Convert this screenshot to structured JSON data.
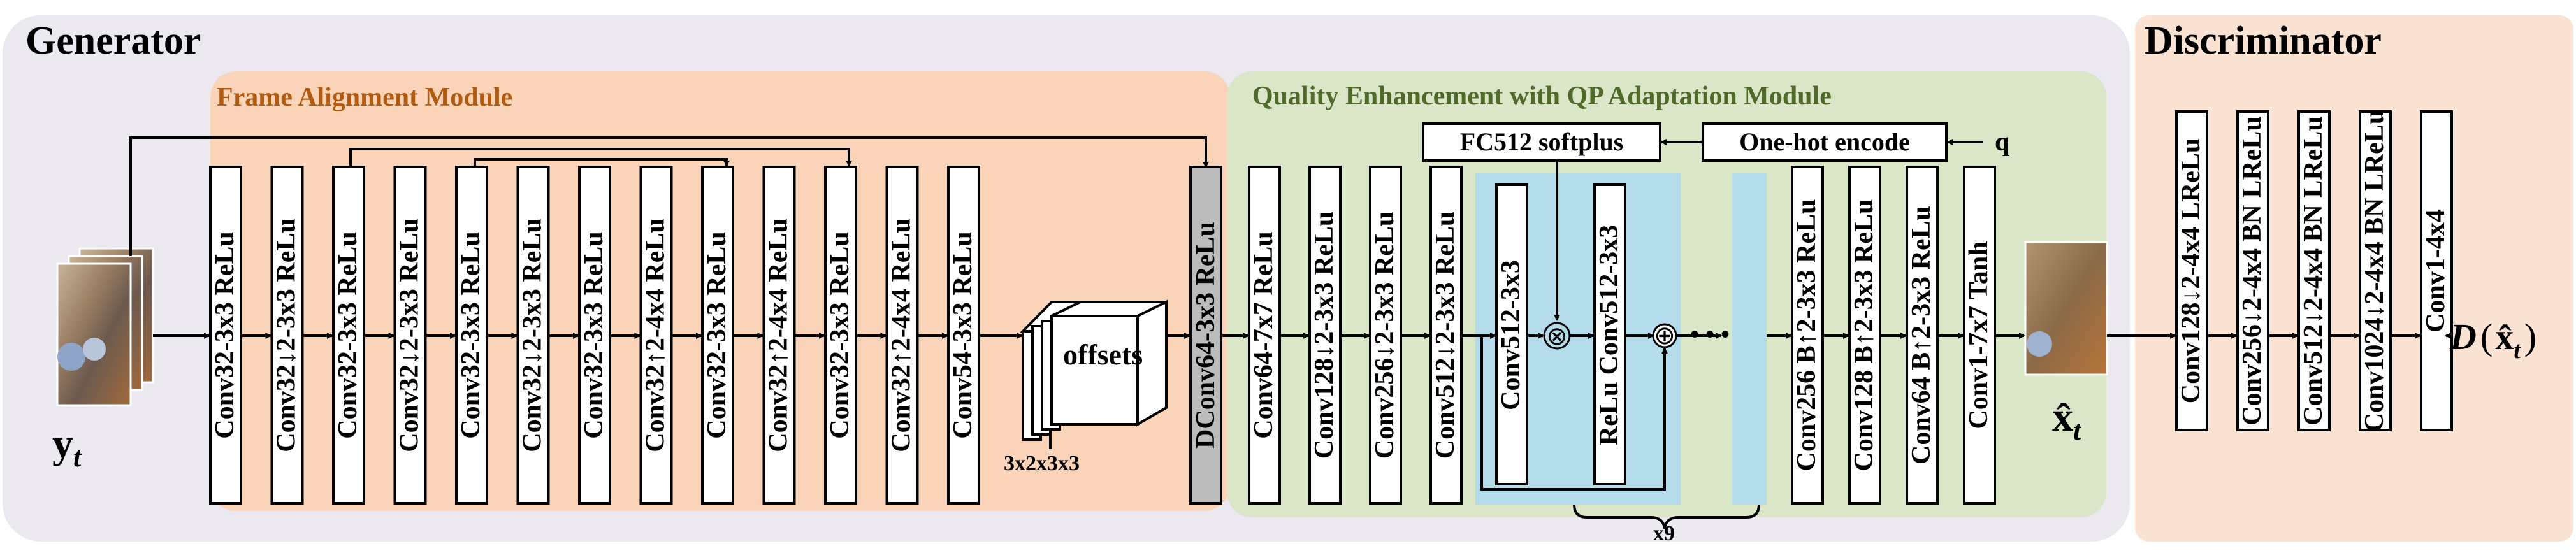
{
  "generator": {
    "title": "Generator",
    "input_label": "y",
    "input_sub": "t",
    "output_label": "x̂",
    "output_sub": "t"
  },
  "frame_alignment": {
    "title": "Frame Alignment Module",
    "blocks": [
      "Conv32-3x3 ReLu",
      "Conv32↓2-3x3 ReLu",
      "Conv32-3x3 ReLu",
      "Conv32↓2-3x3 ReLu",
      "Conv32-3x3 ReLu",
      "Conv32↓2-3x3 ReLu",
      "Conv32-3x3 ReLu",
      "Conv32↑2-4x4 ReLu",
      "Conv32-3x3 ReLu",
      "Conv32↑2-4x4 ReLu",
      "Conv32-3x3 ReLu",
      "Conv32↑2-4x4 ReLu",
      "Conv54-3x3 ReLu"
    ],
    "offsets_label": "offsets",
    "offsets_dims": "3x2x3x3",
    "dconv_label": "DConv64-3x3 ReLu"
  },
  "quality_enhancement": {
    "title": "Quality Enhancement with QP Adaptation Module",
    "fc_label": "FC512 softplus",
    "onehot_label": "One-hot encode",
    "q_label": "q",
    "pre_blocks": [
      "Conv64-7x7 ReLu",
      "Conv128↓2-3x3 ReLu",
      "Conv256↓2-3x3 ReLu",
      "Conv512↓2-3x3 ReLu"
    ],
    "res_conv1": "Conv512-3x3",
    "res_conv2": "ReLu Conv512-3x3",
    "multiply_symbol": "⊗",
    "add_symbol": "⊕",
    "ellipsis": "• • •",
    "repeat_label": "x9",
    "post_blocks": [
      "Conv256 B↑2-3x3 ReLu",
      "Conv128 B↑2-3x3 ReLu",
      "Conv64 B↑2-3x3 ReLu",
      "Conv1-7x7 Tanh"
    ]
  },
  "discriminator": {
    "title": "Discriminator",
    "blocks": [
      "Conv128↓2-4x4 LReLu",
      "Conv256↓2-4x4 BN LReLu",
      "Conv512↓2-4x4 BN LReLu",
      "Conv1024↓2-4x4 BN LReLu",
      "Conv1-4x4"
    ],
    "output_d": "D",
    "output_open": "(",
    "output_x": "x̂",
    "output_sub": "t",
    "output_close": ")"
  },
  "colors": {
    "generator_bg": "#ebe8f0",
    "frame_alignment_bg": "#f9d4b8",
    "quality_bg": "#d9e6c7",
    "residual_bg": "#b4dcea",
    "discriminator_bg": "#fbe3d3",
    "fa_title": "#b05a12",
    "qe_title": "#4f6b2a"
  }
}
